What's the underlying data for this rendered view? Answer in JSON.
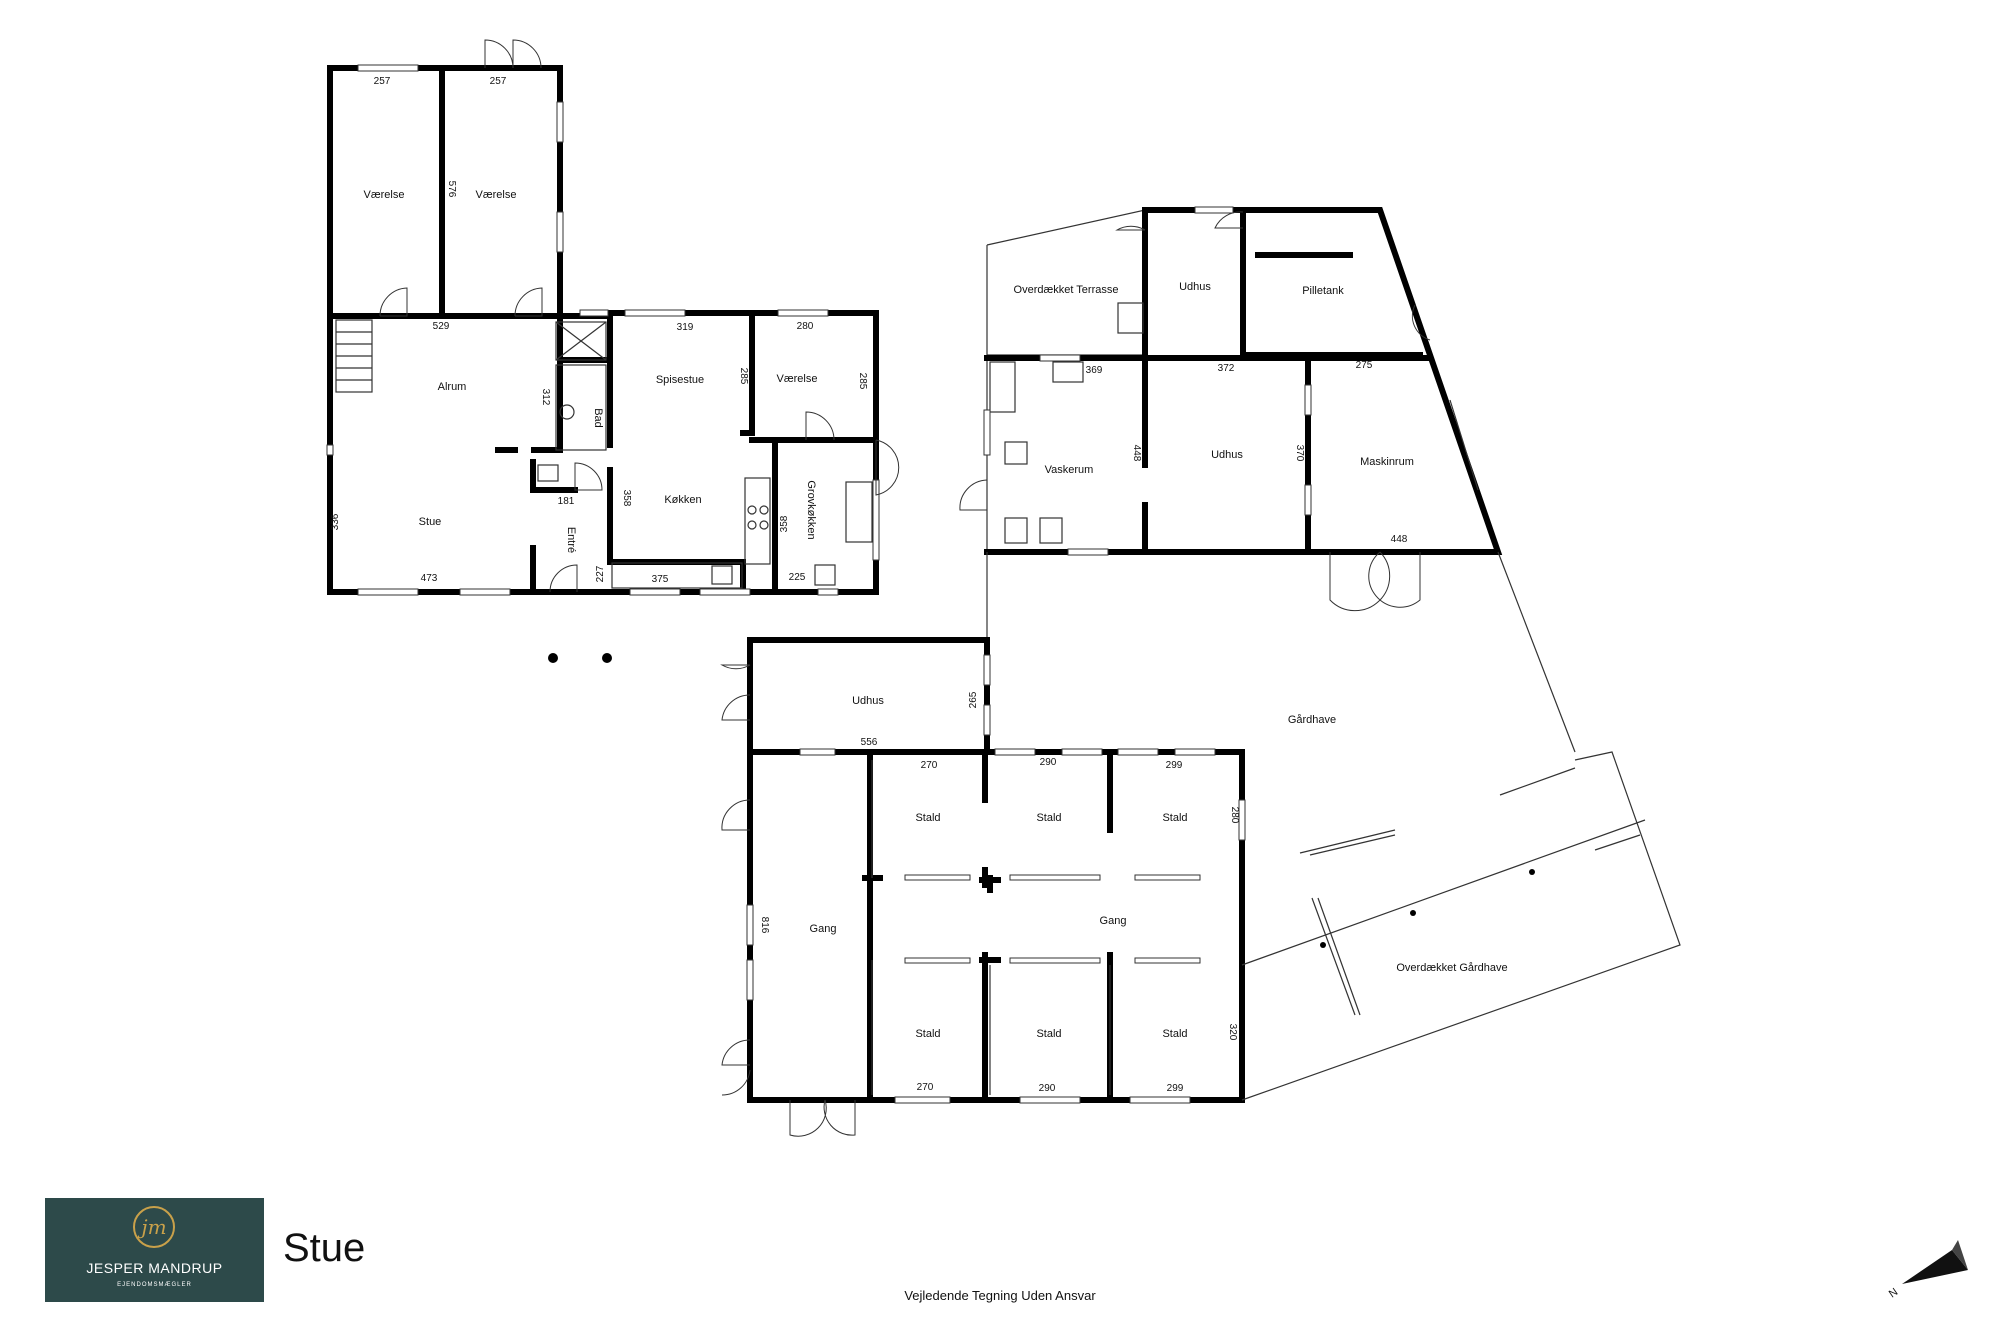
{
  "floor_name": "Stue",
  "disclaimer": "Vejledende Tegning Uden Ansvar",
  "logo": {
    "monogram": "jm",
    "name": "JESPER MANDRUP",
    "subtitle": "EJENDOMSMÆGLER"
  },
  "compass_letter": "N",
  "rooms": {
    "vaerelse_1": "Værelse",
    "vaerelse_2": "Værelse",
    "alrum": "Alrum",
    "stue": "Stue",
    "bad": "Bad",
    "entre": "Entré",
    "spisestue": "Spisestue",
    "koekken": "Køkken",
    "vaerelse_3": "Værelse",
    "grovkoekken": "Grovkøkken",
    "overdaekket_terrasse": "Overdækket Terrasse",
    "udhus_1": "Udhus",
    "pilletank": "Pilletank",
    "vaskerum": "Vaskerum",
    "udhus_2": "Udhus",
    "maskinrum": "Maskinrum",
    "gaardhave": "Gårdhave",
    "udhus_3": "Udhus",
    "stald_1": "Stald",
    "stald_2": "Stald",
    "stald_3": "Stald",
    "stald_4": "Stald",
    "stald_5": "Stald",
    "stald_6": "Stald",
    "gang_1": "Gang",
    "gang_2": "Gang",
    "overdaekket_gaardhave": "Overdækket Gårdhave"
  },
  "dims": {
    "d257a": "257",
    "d257b": "257",
    "d576": "576",
    "d529": "529",
    "d312": "312",
    "d336": "336",
    "d473": "473",
    "d181": "181",
    "d227": "227",
    "d358a": "358",
    "d375": "375",
    "d319": "319",
    "d285a": "285",
    "d280a": "280",
    "d285b": "285",
    "d358b": "358",
    "d225": "225",
    "d369": "369",
    "d372": "372",
    "d275": "275",
    "d448a": "448",
    "d370": "370",
    "d448b": "448",
    "d265": "265",
    "d556": "556",
    "d270a": "270",
    "d290a": "290",
    "d299a": "299",
    "d280b": "280",
    "d816": "816",
    "d320": "320",
    "d270b": "270",
    "d290b": "290",
    "d299b": "299"
  }
}
